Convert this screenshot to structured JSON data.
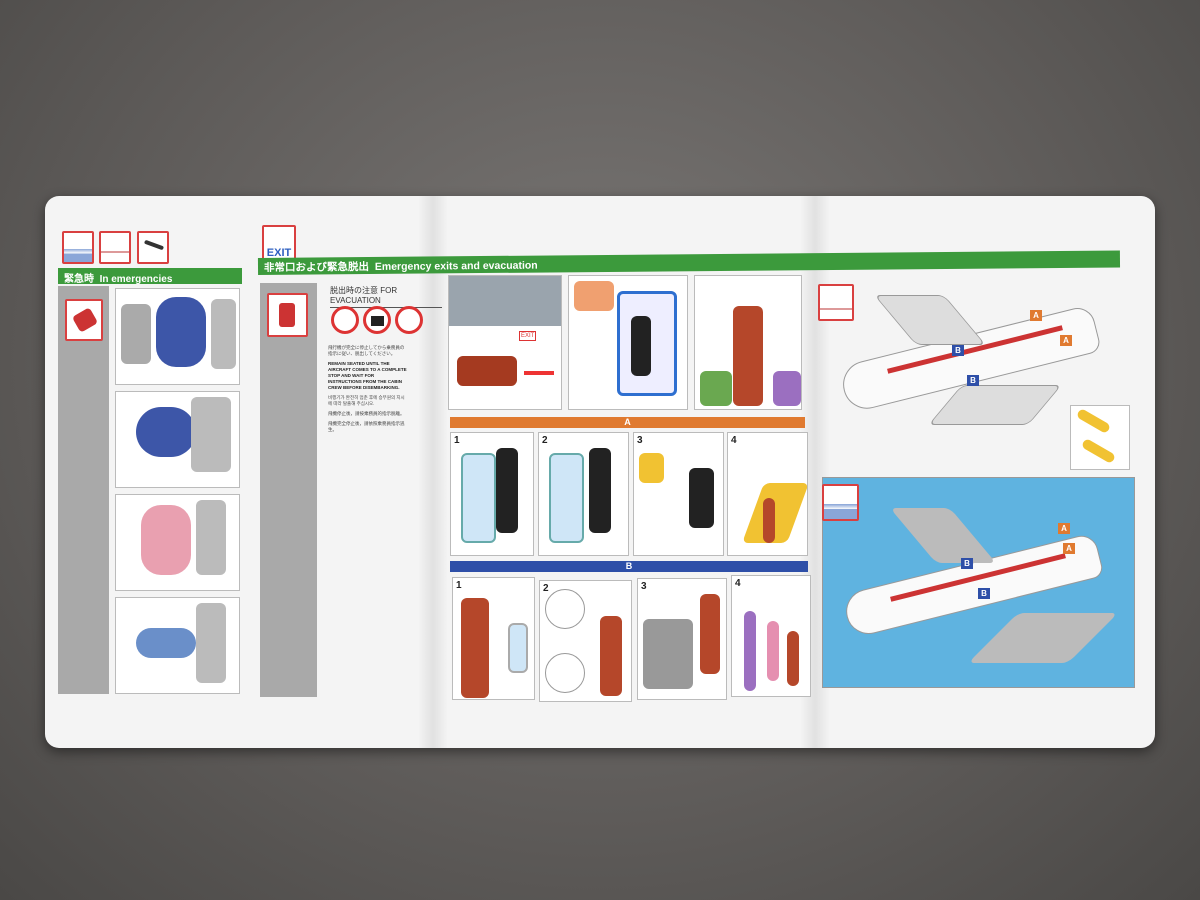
{
  "left_panel": {
    "heading_jp": "緊急時",
    "heading_en": "In emergencies",
    "icons": [
      "plane-ditching-water-icon",
      "plane-crash-landing-icon",
      "plane-descent-icon"
    ],
    "brace_icon": "brace-position-icon"
  },
  "center_panel": {
    "exit_sign": "EXIT",
    "heading_jp": "非常口および緊急脱出",
    "heading_en": "Emergency exits and evacuation",
    "evac_header_jp": "脱出時の注意",
    "evac_header_en": "FOR EVACUATION",
    "prohibited_icons": [
      "no-high-heels-icon",
      "no-baggage-icon",
      "no-running-icon"
    ],
    "instructions_jp": "飛行機が完全に停止してから乗務員の指示に従い、脱出してください。",
    "instructions_en": "REMAIN SEATED UNTIL THE AIRCRAFT COMES TO A COMPLETE STOP AND WAIT FOR INSTRUCTIONS FROM THE CABIN CREW BEFORE DISEMBARKING.",
    "instructions_kr": "비행기가 완전히 멈춘 후에 승무원의 지시에 따라 탈출해 주십시오.",
    "instructions_zh1": "飛機停止後，請按乘務員的指示脫離。",
    "instructions_zh2": "飛機完全停止後，請依照乘務員指示逃生。",
    "exit_sign_small": "EXIT",
    "section_a": {
      "label": "A",
      "color": "#e07a30",
      "steps": [
        "1",
        "2",
        "3",
        "4"
      ]
    },
    "section_b": {
      "label": "B",
      "color": "#2e4fa8",
      "steps": [
        "1",
        "2",
        "3",
        "4"
      ]
    }
  },
  "right_panel": {
    "land_icon": "plane-landing-icon",
    "water_icon": "plane-ditching-water-icon",
    "exit_labels": [
      "A",
      "A",
      "B",
      "B",
      "A",
      "A",
      "B",
      "B"
    ]
  },
  "colors": {
    "green": "#3c9a3c",
    "red": "#d94040",
    "orange": "#e07a30",
    "blue": "#2e4fa8",
    "water": "#5fb3e0"
  }
}
